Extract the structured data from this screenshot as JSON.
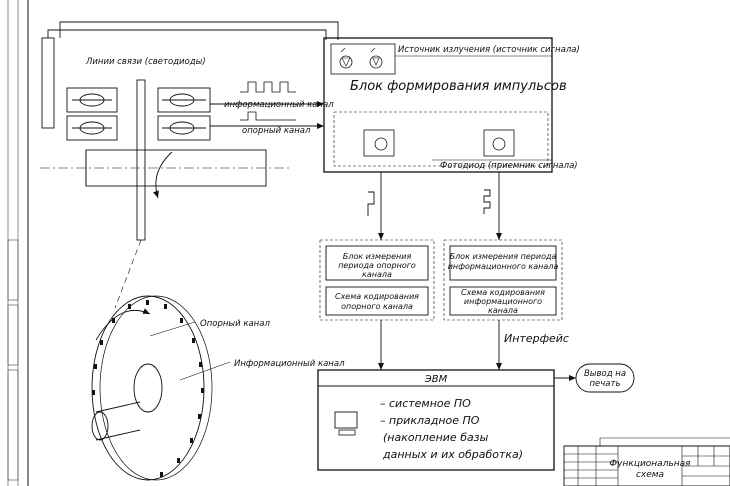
{
  "labels": {
    "comm_lines": "Линии связи (светодиоды)",
    "info_channel": "информационный канал",
    "ref_channel": "опорный канал",
    "source": "Источник излучения (источник сигнала)",
    "pulse_block": "Блок формирования импульсов",
    "photodiode": "Фотодиод (приемник сигнала)",
    "meas_ref_1": "Блок измерения",
    "meas_ref_2": "периода опорного",
    "meas_ref_3": "канала",
    "code_ref_1": "Схема кодирования",
    "code_ref_2": "опорного канала",
    "meas_info_1": "Блок измерения периода",
    "meas_info_2": "информационного канала",
    "code_info_1": "Схема кодирования",
    "code_info_2": "информационного",
    "code_info_3": "канала",
    "interface": "Интерфейс",
    "disk_ref": "Опорный канал",
    "disk_info": "Информационный канал",
    "computer": "ЭВМ",
    "sw1": "– системное ПО",
    "sw2": "– прикладное ПО",
    "sw3": "(накопление  базы",
    "sw4": "данных и их обработка)",
    "print_1": "Вывод на",
    "print_2": "печать",
    "title_1": "Функциональная",
    "title_2": "схема"
  }
}
